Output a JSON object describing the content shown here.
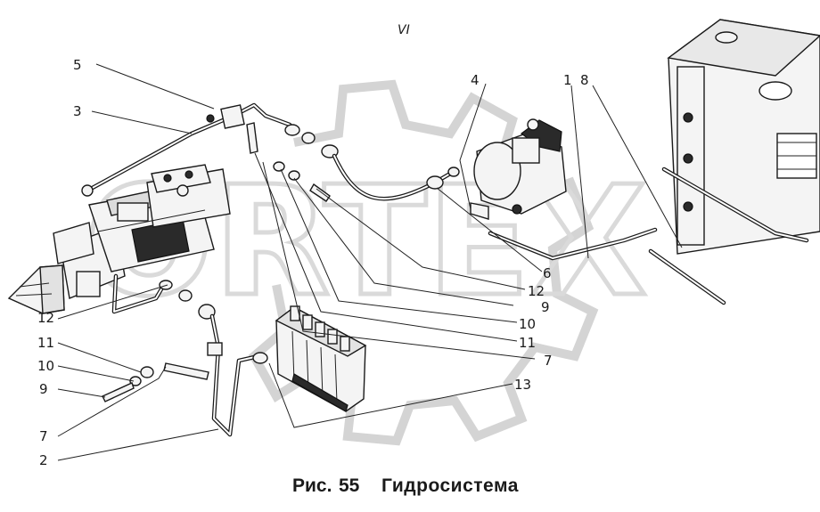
{
  "view_label": "VI",
  "caption": {
    "prefix": "Рис.",
    "number": "55",
    "title": "Гидросистема"
  },
  "watermark": {
    "text": "ORTEX"
  },
  "callouts": [
    {
      "id": "c5",
      "text": "5"
    },
    {
      "id": "c3",
      "text": "3"
    },
    {
      "id": "c4",
      "text": "4"
    },
    {
      "id": "c1",
      "text": "1"
    },
    {
      "id": "c8",
      "text": "8"
    },
    {
      "id": "c6",
      "text": "6"
    },
    {
      "id": "c12r",
      "text": "12"
    },
    {
      "id": "c9r",
      "text": "9"
    },
    {
      "id": "c10r",
      "text": "10"
    },
    {
      "id": "c11r",
      "text": "11"
    },
    {
      "id": "c7r",
      "text": "7"
    },
    {
      "id": "c13",
      "text": "13"
    },
    {
      "id": "c12l",
      "text": "12"
    },
    {
      "id": "c11l",
      "text": "11"
    },
    {
      "id": "c10l",
      "text": "10"
    },
    {
      "id": "c9l",
      "text": "9"
    },
    {
      "id": "c7l",
      "text": "7"
    },
    {
      "id": "c2",
      "text": "2"
    }
  ]
}
